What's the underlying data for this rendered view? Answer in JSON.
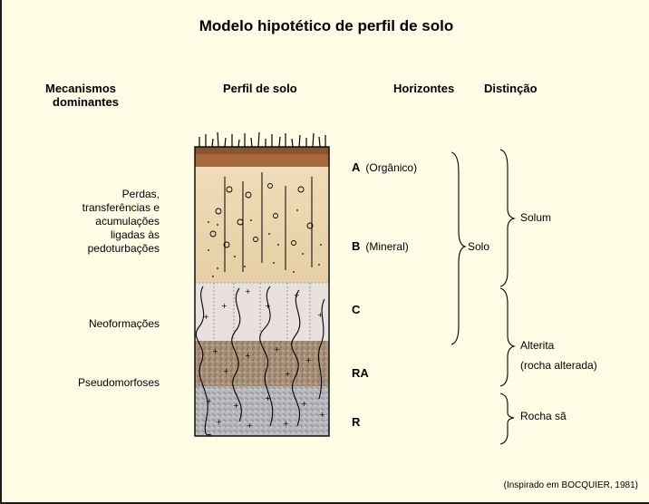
{
  "title": "Modelo hipotético de perfil de solo",
  "headers": {
    "mecanismos_line1": "Mecanismos",
    "mecanismos_line2": "dominantes",
    "perfil": "Perfil de solo",
    "horizontes": "Horizontes",
    "distincao": "Distinção"
  },
  "mechanisms": {
    "perdas": [
      "Perdas,",
      "transferências e",
      "acumulações",
      "ligadas às",
      "pedoturbações"
    ],
    "neoformacoes": "Neoformações",
    "pseudomorfoses": "Pseudomorfoses"
  },
  "horizons": [
    {
      "code": "A",
      "desc": "(Orgânico)"
    },
    {
      "code": "B",
      "desc": "(Mineral)"
    },
    {
      "code": "C",
      "desc": ""
    },
    {
      "code": "RA",
      "desc": ""
    },
    {
      "code": "R",
      "desc": ""
    }
  ],
  "groups": {
    "solo": "Solo",
    "solum": "Solum",
    "alterita_line1": "Alterita",
    "alterita_line2": "(rocha alterada)",
    "rocha_sa": "Rocha sã"
  },
  "credit": "(Inspirado em BOCQUIER, 1981)",
  "colors": {
    "organic_top": "#a86a3c",
    "mineral": "#ecd7b0",
    "c_horizon": "#e8e0dc",
    "ra_horizon": "#a99078",
    "r_horizon": "#b8b8bc"
  }
}
